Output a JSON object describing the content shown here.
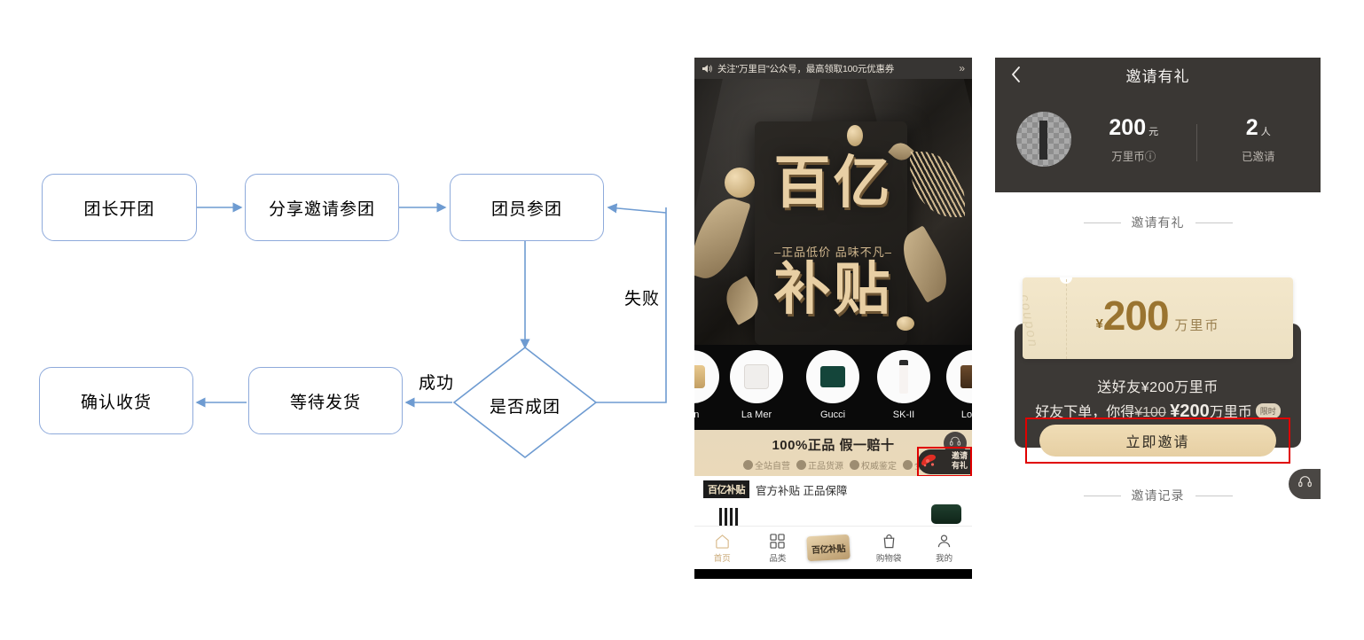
{
  "flowchart": {
    "nodes": [
      {
        "id": "n1",
        "label": "团长开团"
      },
      {
        "id": "n2",
        "label": "分享邀请参团"
      },
      {
        "id": "n3",
        "label": "团员参团"
      },
      {
        "id": "n4",
        "label": "是否成团"
      },
      {
        "id": "n5",
        "label": "等待发货"
      },
      {
        "id": "n6",
        "label": "确认收货"
      }
    ],
    "edge_labels": {
      "fail": "失败",
      "success": "成功"
    },
    "border_color": "#8EAADB"
  },
  "phone_home": {
    "notice": {
      "text": "关注\"万里目\"公众号，最高领取100元优惠券",
      "horn_icon": "megaphone-icon",
      "more_icon": "double-chevron-right-icon"
    },
    "hero": {
      "title_line1": "百亿",
      "title_line2": "补贴",
      "subtitle": "–正品低价 品味不凡–"
    },
    "brands": [
      {
        "name": "ain"
      },
      {
        "name": "La Mer"
      },
      {
        "name": "Gucci"
      },
      {
        "name": "SK-II"
      },
      {
        "name": "Louis"
      }
    ],
    "guarantee": {
      "title": "100%正品 假一赔十",
      "items": [
        "全站自营",
        "正品货源",
        "权威鉴定",
        "全"
      ]
    },
    "invite_badge": {
      "line1": "邀请",
      "line2": "有礼",
      "gift_icon": "red-gift-packet-icon"
    },
    "service_icon": "headset-icon",
    "subsidy": {
      "tag": "百亿补贴",
      "text": "官方补贴 正品保障"
    },
    "tabbar": [
      {
        "label": "首页",
        "icon": "home-icon",
        "active": true
      },
      {
        "label": "品类",
        "icon": "grid-icon",
        "active": false
      },
      {
        "label": "百亿补贴",
        "icon": "subsidy-tile-icon",
        "active": false
      },
      {
        "label": "购物袋",
        "icon": "bag-icon",
        "active": false
      },
      {
        "label": "我的",
        "icon": "person-icon",
        "active": false
      }
    ]
  },
  "phone_invite": {
    "nav": {
      "back_icon": "chevron-left-icon",
      "title": "邀请有礼"
    },
    "avatar": "user-avatar-blurred",
    "stats": [
      {
        "value": "200",
        "unit": "元",
        "caption": "万里币",
        "info_icon": "info-circle-icon"
      },
      {
        "value": "2",
        "unit": "人",
        "caption": "已邀请"
      }
    ],
    "section_divider_1": "邀请有礼",
    "coupon": {
      "currency": "¥",
      "amount": "200",
      "unit": "万里币",
      "watermark": "coupon"
    },
    "promo": {
      "line1": "送好友¥200万里币",
      "line2_prefix": "好友下单，你得",
      "line2_old": "¥100",
      "line2_new": "¥200",
      "line2_suffix": "万里币",
      "badge": "限时"
    },
    "invite_button": "立即邀请",
    "section_divider_2": "邀请记录",
    "service_icon": "headset-icon",
    "highlight_color": "#e00000"
  }
}
